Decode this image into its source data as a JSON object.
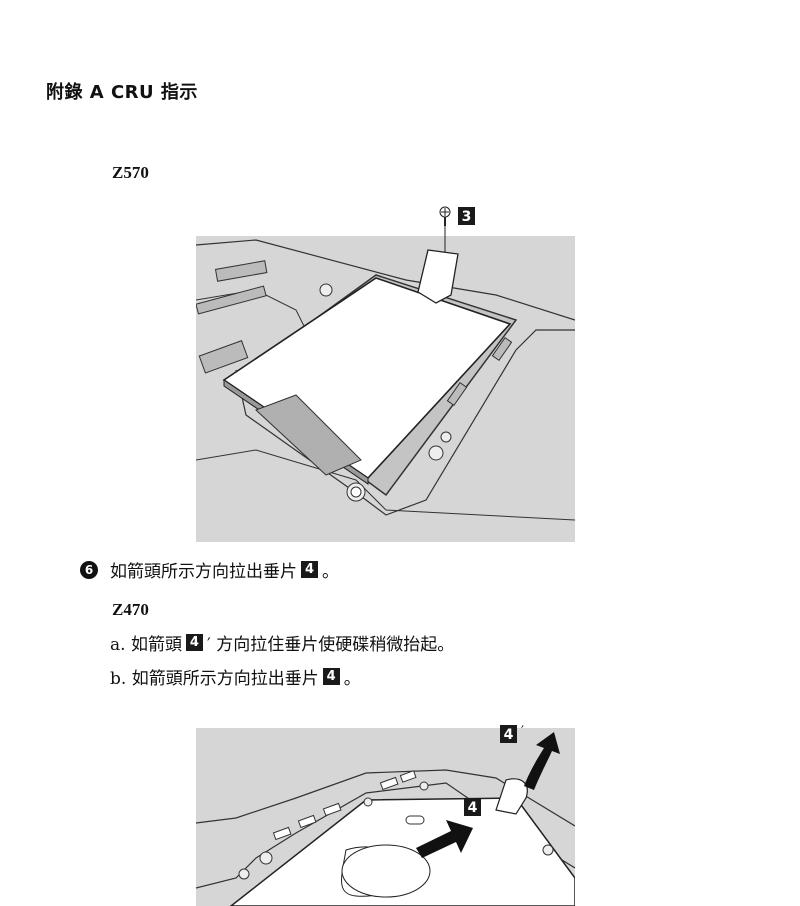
{
  "header": {
    "title": "附錄 A CRU 指示"
  },
  "sections": [
    {
      "model": "Z570"
    },
    {
      "model": "Z470"
    }
  ],
  "step6": {
    "number": "6",
    "text": "如箭頭所示方向拉出垂片",
    "tag": "4",
    "end": "。"
  },
  "z470": {
    "a": {
      "prefix": "a. 如箭頭",
      "tag": "4",
      "suffix": "′ 方向拉住垂片使硬碟稍微抬起。"
    },
    "b": {
      "prefix": "b. 如箭頭所示方向拉出垂片",
      "tag": "4",
      "suffix": "。"
    }
  },
  "figure1": {
    "callout": "3"
  },
  "figure2": {
    "callout_a": "4",
    "callout_a_prime": "′",
    "callout_b": "4"
  }
}
